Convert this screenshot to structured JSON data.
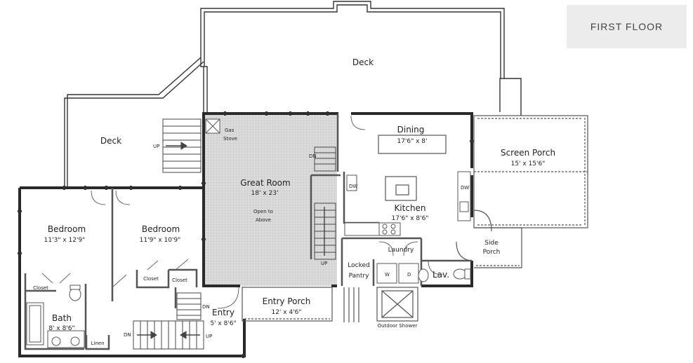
{
  "badge": "FIRST FLOOR",
  "rooms": {
    "deck_top": "Deck",
    "deck_left": "Deck",
    "great_room": "Great Room",
    "great_room_size": "18' x 23'",
    "open_to": "Open to",
    "above": "Above",
    "gas_stove_1": "Gas",
    "gas_stove_2": "Stove",
    "dining": "Dining",
    "dining_size": "17'6\" x 8'",
    "kitchen": "Kitchen",
    "kitchen_size": "17'6\" x 8'6\"",
    "screen_porch": "Screen Porch",
    "screen_porch_size": "15' x 15'6\"",
    "side_porch_1": "Side",
    "side_porch_2": "Porch",
    "laundry": "Laundry",
    "locked_pantry_1": "Locked",
    "locked_pantry_2": "Pantry",
    "lav": "Lav.",
    "entry_porch": "Entry Porch",
    "entry_porch_size": "12' x 4'6\"",
    "outdoor_shower": "Outdoor Shower",
    "entry": "Entry",
    "entry_size": "5' x 8'6\"",
    "bedroom1": "Bedroom",
    "bedroom1_size": "11'3\" x 12'9\"",
    "bedroom2": "Bedroom",
    "bedroom2_size": "11'9\" x 10'9\"",
    "closet1": "Closet",
    "closet2": "Closet",
    "closet3": "Closet",
    "bath": "Bath",
    "bath_size": "8' x 8'6\"",
    "linen": "Linen",
    "stair_up_deck": "UP",
    "stair_dn_great": "DN",
    "stair_up_great": "UP",
    "stair_dn_entry": "DN",
    "stair_dn_bath": "DN",
    "stair_up_bath": "UP",
    "dw": "DW",
    "dw2": "DW",
    "w": "W",
    "d": "D"
  }
}
